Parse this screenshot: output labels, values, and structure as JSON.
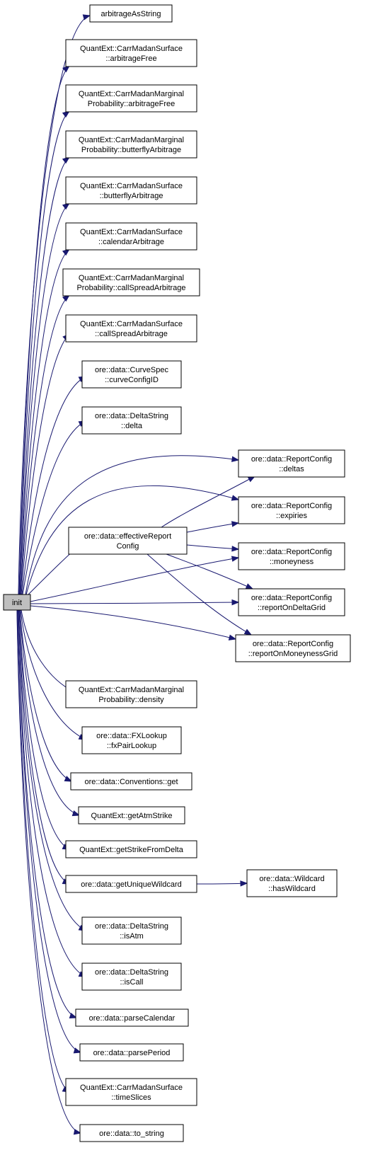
{
  "graph": {
    "root": "init",
    "edge_color": "#191970",
    "node_fill": "#ffffff",
    "root_fill": "#bfbfbf",
    "nodes": {
      "init": [
        "init"
      ],
      "arbitrageAsString": [
        "arbitrageAsString"
      ],
      "surf_arbitrageFree": [
        "QuantExt::CarrMadanSurface",
        "::arbitrageFree"
      ],
      "marg_arbitrageFree": [
        "QuantExt::CarrMadanMarginal",
        "Probability::arbitrageFree"
      ],
      "marg_butterflyArbitrage": [
        "QuantExt::CarrMadanMarginal",
        "Probability::butterflyArbitrage"
      ],
      "surf_butterflyArbitrage": [
        "QuantExt::CarrMadanSurface",
        "::butterflyArbitrage"
      ],
      "surf_calendarArbitrage": [
        "QuantExt::CarrMadanSurface",
        "::calendarArbitrage"
      ],
      "marg_callSpreadArbitrage": [
        "QuantExt::CarrMadanMarginal",
        "Probability::callSpreadArbitrage"
      ],
      "surf_callSpreadArbitrage": [
        "QuantExt::CarrMadanSurface",
        "::callSpreadArbitrage"
      ],
      "curveConfigID": [
        "ore::data::CurveSpec",
        "::curveConfigID"
      ],
      "delta": [
        "ore::data::DeltaString",
        "::delta"
      ],
      "effectiveReportConfig": [
        "ore::data::effectiveReport",
        "Config"
      ],
      "deltas": [
        "ore::data::ReportConfig",
        "::deltas"
      ],
      "expiries": [
        "ore::data::ReportConfig",
        "::expiries"
      ],
      "moneyness": [
        "ore::data::ReportConfig",
        "::moneyness"
      ],
      "reportOnDeltaGrid": [
        "ore::data::ReportConfig",
        "::reportOnDeltaGrid"
      ],
      "reportOnMoneynessGrid": [
        "ore::data::ReportConfig",
        "::reportOnMoneynessGrid"
      ],
      "density": [
        "QuantExt::CarrMadanMarginal",
        "Probability::density"
      ],
      "fxPairLookup": [
        "ore::data::FXLookup",
        "::fxPairLookup"
      ],
      "conventions_get": [
        "ore::data::Conventions::get"
      ],
      "getAtmStrike": [
        "QuantExt::getAtmStrike"
      ],
      "getStrikeFromDelta": [
        "QuantExt::getStrikeFromDelta"
      ],
      "getUniqueWildcard": [
        "ore::data::getUniqueWildcard"
      ],
      "hasWildcard": [
        "ore::data::Wildcard",
        "::hasWildcard"
      ],
      "isAtm": [
        "ore::data::DeltaString",
        "::isAtm"
      ],
      "isCall": [
        "ore::data::DeltaString",
        "::isCall"
      ],
      "parseCalendar": [
        "ore::data::parseCalendar"
      ],
      "parsePeriod": [
        "ore::data::parsePeriod"
      ],
      "timeSlices": [
        "QuantExt::CarrMadanSurface",
        "::timeSlices"
      ],
      "to_string": [
        "ore::data::to_string"
      ]
    }
  }
}
